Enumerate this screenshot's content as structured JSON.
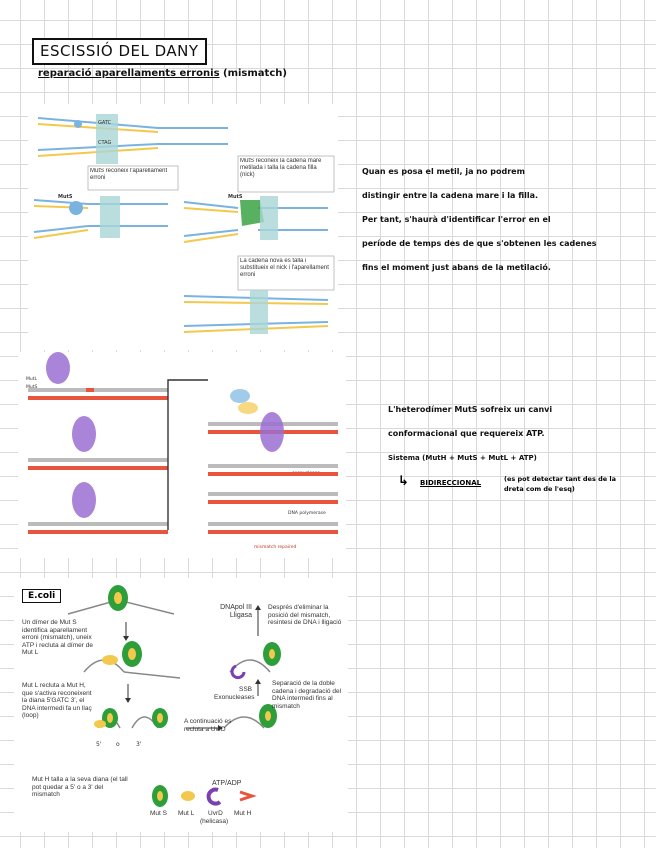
{
  "title": "ESCISSIÓ DEL DANY",
  "subtitle": {
    "underlined": "reparació aparellaments erronis",
    "rest": " (mismatch)"
  },
  "fig1": {
    "muts_label": "MutS",
    "muts_label_right": "MutS",
    "seq_a": "GATC",
    "seq_b": "CTAG",
    "caption1": "MutS reconeix l'aparellament erroni",
    "caption2": "MutS reconeix la cadena mare metilada i talla la cadena filla (nick)",
    "caption3": "La cadena nova es talla i substitueix el nick i l'aparellament erroni"
  },
  "note1": {
    "lines": [
      "Quan es posa el metil, ja no podrem",
      "distingir entre la cadena mare i la filla.",
      "Per tant, s'haurà d'identificar l'error en el",
      "període de temps des de que s'obtenen les cadenes",
      "fins el moment just abans de la metilació."
    ]
  },
  "fig2": {
    "mutl": "MutL",
    "muts": "MutS",
    "exonuclease": "exonuclease",
    "polymerase": "DNA polymerase",
    "repaired": "mismatch repaired"
  },
  "note2": {
    "line1": "L'heterodímer MutS sofreix un canvi",
    "line2": "conformacional que requereix ATP.",
    "line3": "Sistema (MutH + MutS + MutL + ATP)",
    "arrow": "↳",
    "bidir": "BIDIRECCIONAL",
    "bidir_note": "(es pot detectar tant des de la dreta com de l'esq)"
  },
  "ecoli": {
    "label": "E.coli",
    "t1": "Un dímer de Mut S identifica aparellament erroni (mismatch), uneix ATP i recluta al dímer de Mut L",
    "t2": "Mut L recluta a Mut H, que s'activa reconeixent la diana 5'GATC 3', el DNA intermedi fa un llaç (loop)",
    "t3": "Mut H talla a la seva diana (el tall pot quedar a 5' o a 3' del mismatch",
    "t4": "A continuació es recluta a UvrD",
    "t5": "SSB Exonucleases",
    "t6": "Separació de la doble cadena i degradació del DNA intermedi fins al mismatch",
    "t7": "DNApol III Lligasa",
    "t8": "Després d'eliminar la posició del mismatch, resintesi de DNA i lligació",
    "five": "5'",
    "o": "o",
    "three": "3'",
    "atp": "ATP/ADP",
    "legend": [
      "Mut S",
      "Mut L",
      "UvrD",
      "Mut H"
    ],
    "helicase": "(helicasa)"
  },
  "colors": {
    "red": "#e8553f",
    "blue": "#7ab3e0",
    "yellow": "#f2c94c",
    "purple": "#9b6fd1",
    "green": "#2e9e3a",
    "teal": "#a9d6d6"
  }
}
